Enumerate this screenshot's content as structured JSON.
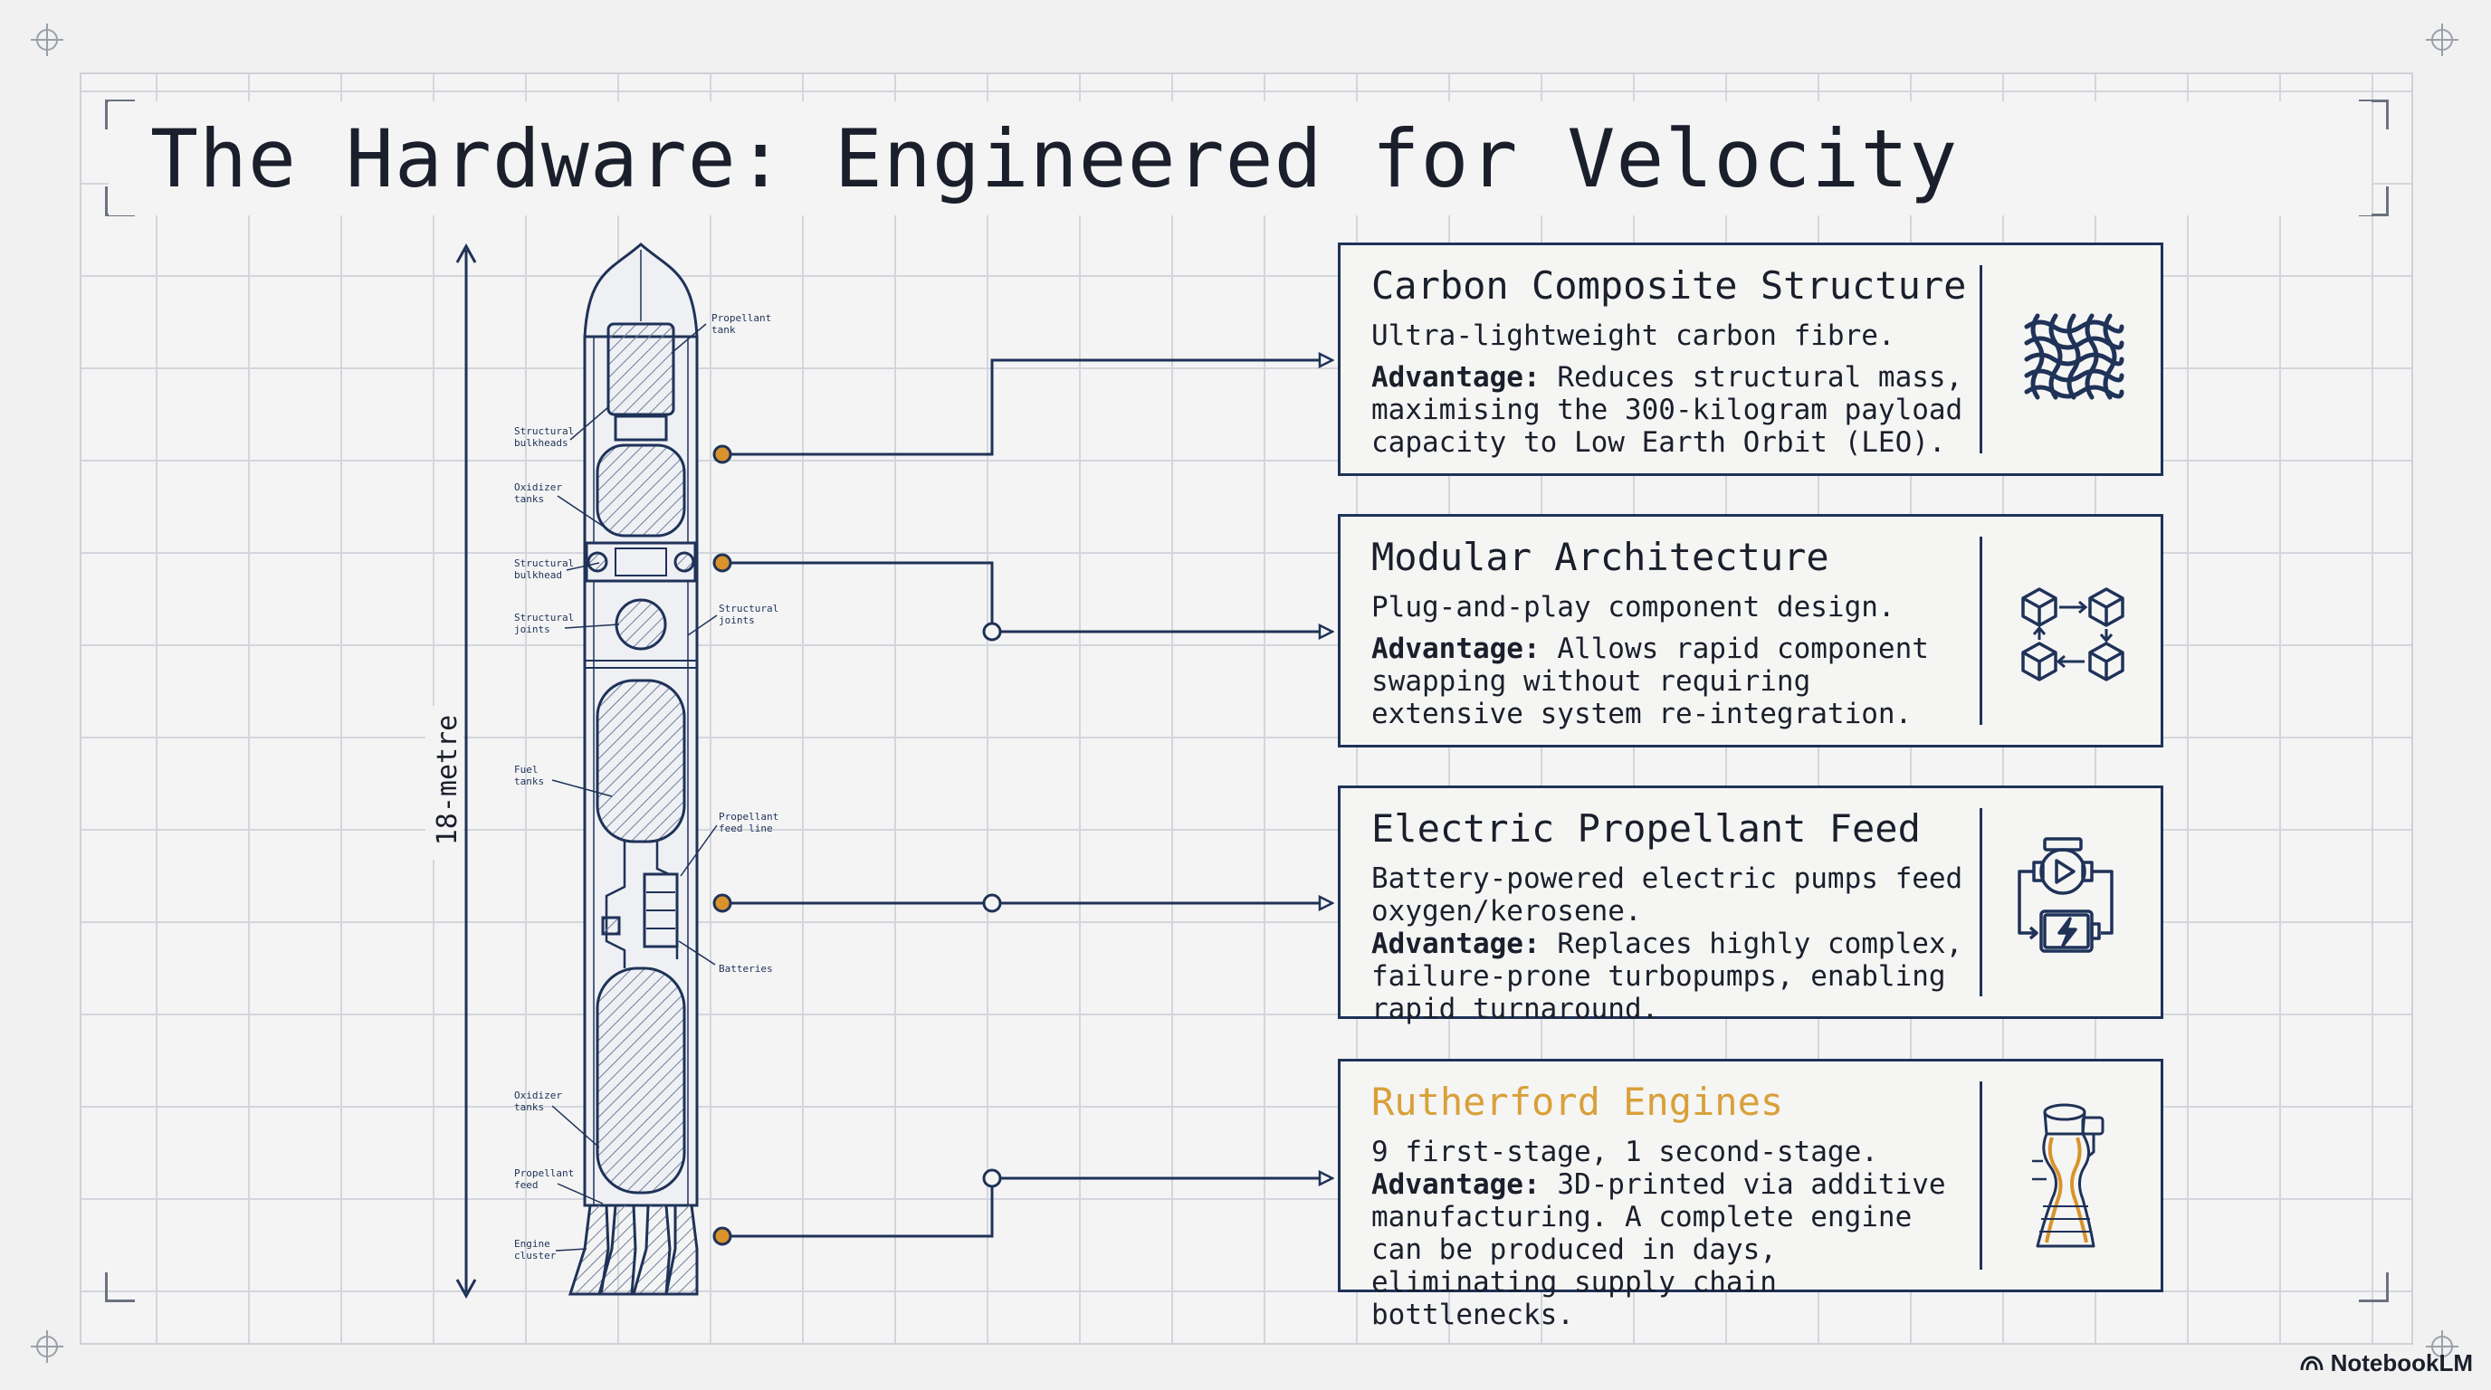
{
  "title": "The Hardware: Engineered for Velocity",
  "dimension_label": "18-metre",
  "rocket_callouts": [
    {
      "lines": [
        "Propellant",
        "tank"
      ]
    },
    {
      "lines": [
        "Structural",
        "bulkheads"
      ]
    },
    {
      "lines": [
        "Oxidizer",
        "tanks"
      ]
    },
    {
      "lines": [
        "Structural",
        "bulkhead"
      ]
    },
    {
      "lines": [
        "Structural",
        "joints"
      ]
    },
    {
      "lines": [
        "Structural",
        "joints"
      ]
    },
    {
      "lines": [
        "Fuel",
        "tanks"
      ]
    },
    {
      "lines": [
        "Propellant",
        "feed line"
      ]
    },
    {
      "lines": [
        "Batteries"
      ]
    },
    {
      "lines": [
        "Oxidizer",
        "tanks"
      ]
    },
    {
      "lines": [
        "Propellant",
        "feed"
      ]
    },
    {
      "lines": [
        "Engine",
        "cluster"
      ]
    }
  ],
  "cards": [
    {
      "title": "Carbon Composite Structure",
      "description": "Ultra-lightweight carbon fibre.",
      "advantage_label": "Advantage:",
      "advantage": "Reduces structural mass, maximising the 300-kilogram payload capacity to Low Earth Orbit (LEO).",
      "icon": "carbon-weave-icon",
      "title_color": "#1a1f2b"
    },
    {
      "title": "Modular Architecture",
      "description": "Plug-and-play component design.",
      "advantage_label": "Advantage:",
      "advantage": "Allows rapid component swapping without requiring extensive system re-integration.",
      "icon": "modular-cubes-icon",
      "title_color": "#1a1f2b"
    },
    {
      "title": "Electric Propellant Feed",
      "description": "Battery-powered electric pumps feed oxygen/kerosene.",
      "advantage_label": "Advantage:",
      "advantage": "Replaces highly complex, failure-prone turbopumps, enabling rapid turnaround.",
      "icon": "electric-pump-icon",
      "title_color": "#1a1f2b"
    },
    {
      "title": "Rutherford Engines",
      "description": "9 first-stage, 1 second-stage.",
      "advantage_label": "Advantage:",
      "advantage": "3D-printed via additive manufacturing. A complete engine can be produced in days, eliminating supply chain bottlenecks.",
      "icon": "engine-nozzle-icon",
      "title_color": "#d9a03a"
    }
  ],
  "brand": "NotebookLM",
  "colors": {
    "ink": "#1f3258",
    "accent_orange": "#d9932a",
    "grid": "#d3d6dc"
  }
}
